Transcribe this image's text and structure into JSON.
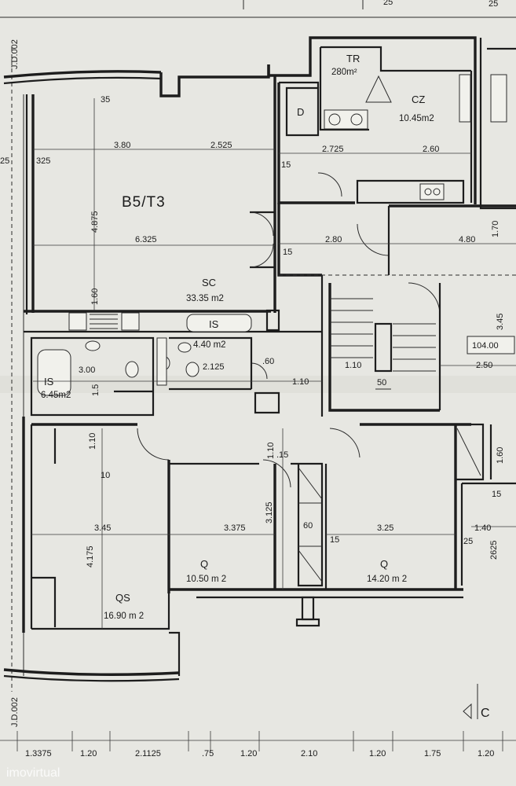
{
  "plan": {
    "unit_code": "B5/T3",
    "rooms": [
      {
        "name": "TR",
        "area": "280m²"
      },
      {
        "name": "CZ",
        "area": "10.45m2"
      },
      {
        "name": "D",
        "area": ""
      },
      {
        "name": "SC",
        "area": "33.35 m2"
      },
      {
        "name": "IS",
        "area": "4.40 m2"
      },
      {
        "name": "IS",
        "area": "6.45m2"
      },
      {
        "name": "Q",
        "area": "10.50 m 2"
      },
      {
        "name": "Q",
        "area": "14.20 m 2"
      },
      {
        "name": "QS",
        "area": "16.90 m 2"
      }
    ],
    "dimensions": [
      "3.80",
      "2.525",
      "325",
      "35",
      "25",
      "4.875",
      "6.325",
      "1.60",
      "2.725",
      "2.60",
      "15",
      "2.80",
      "4.80",
      "1.70",
      "3.45",
      "104.00",
      "2.50",
      "1.10",
      "50",
      "15",
      "3.00",
      "2.125",
      "1.10",
      ".60",
      "1.5",
      "1.10",
      "10",
      "3.45",
      "4.175",
      "3.375",
      "3.125",
      "60",
      "3.25",
      "1.40",
      "2625",
      "1.60",
      "15",
      "25",
      "1.10",
      ".15",
      "15"
    ],
    "side_codes": [
      "J.D.002",
      "J.D.002"
    ],
    "section_mark": "C",
    "bottom_dims": [
      "1.3375",
      "1.20",
      "2.1125",
      ".75",
      "1.20",
      "2.10",
      "1.20",
      "1.75",
      "1.20"
    ],
    "top_dims": [
      "25",
      "25"
    ]
  },
  "watermark": "imovirtual"
}
